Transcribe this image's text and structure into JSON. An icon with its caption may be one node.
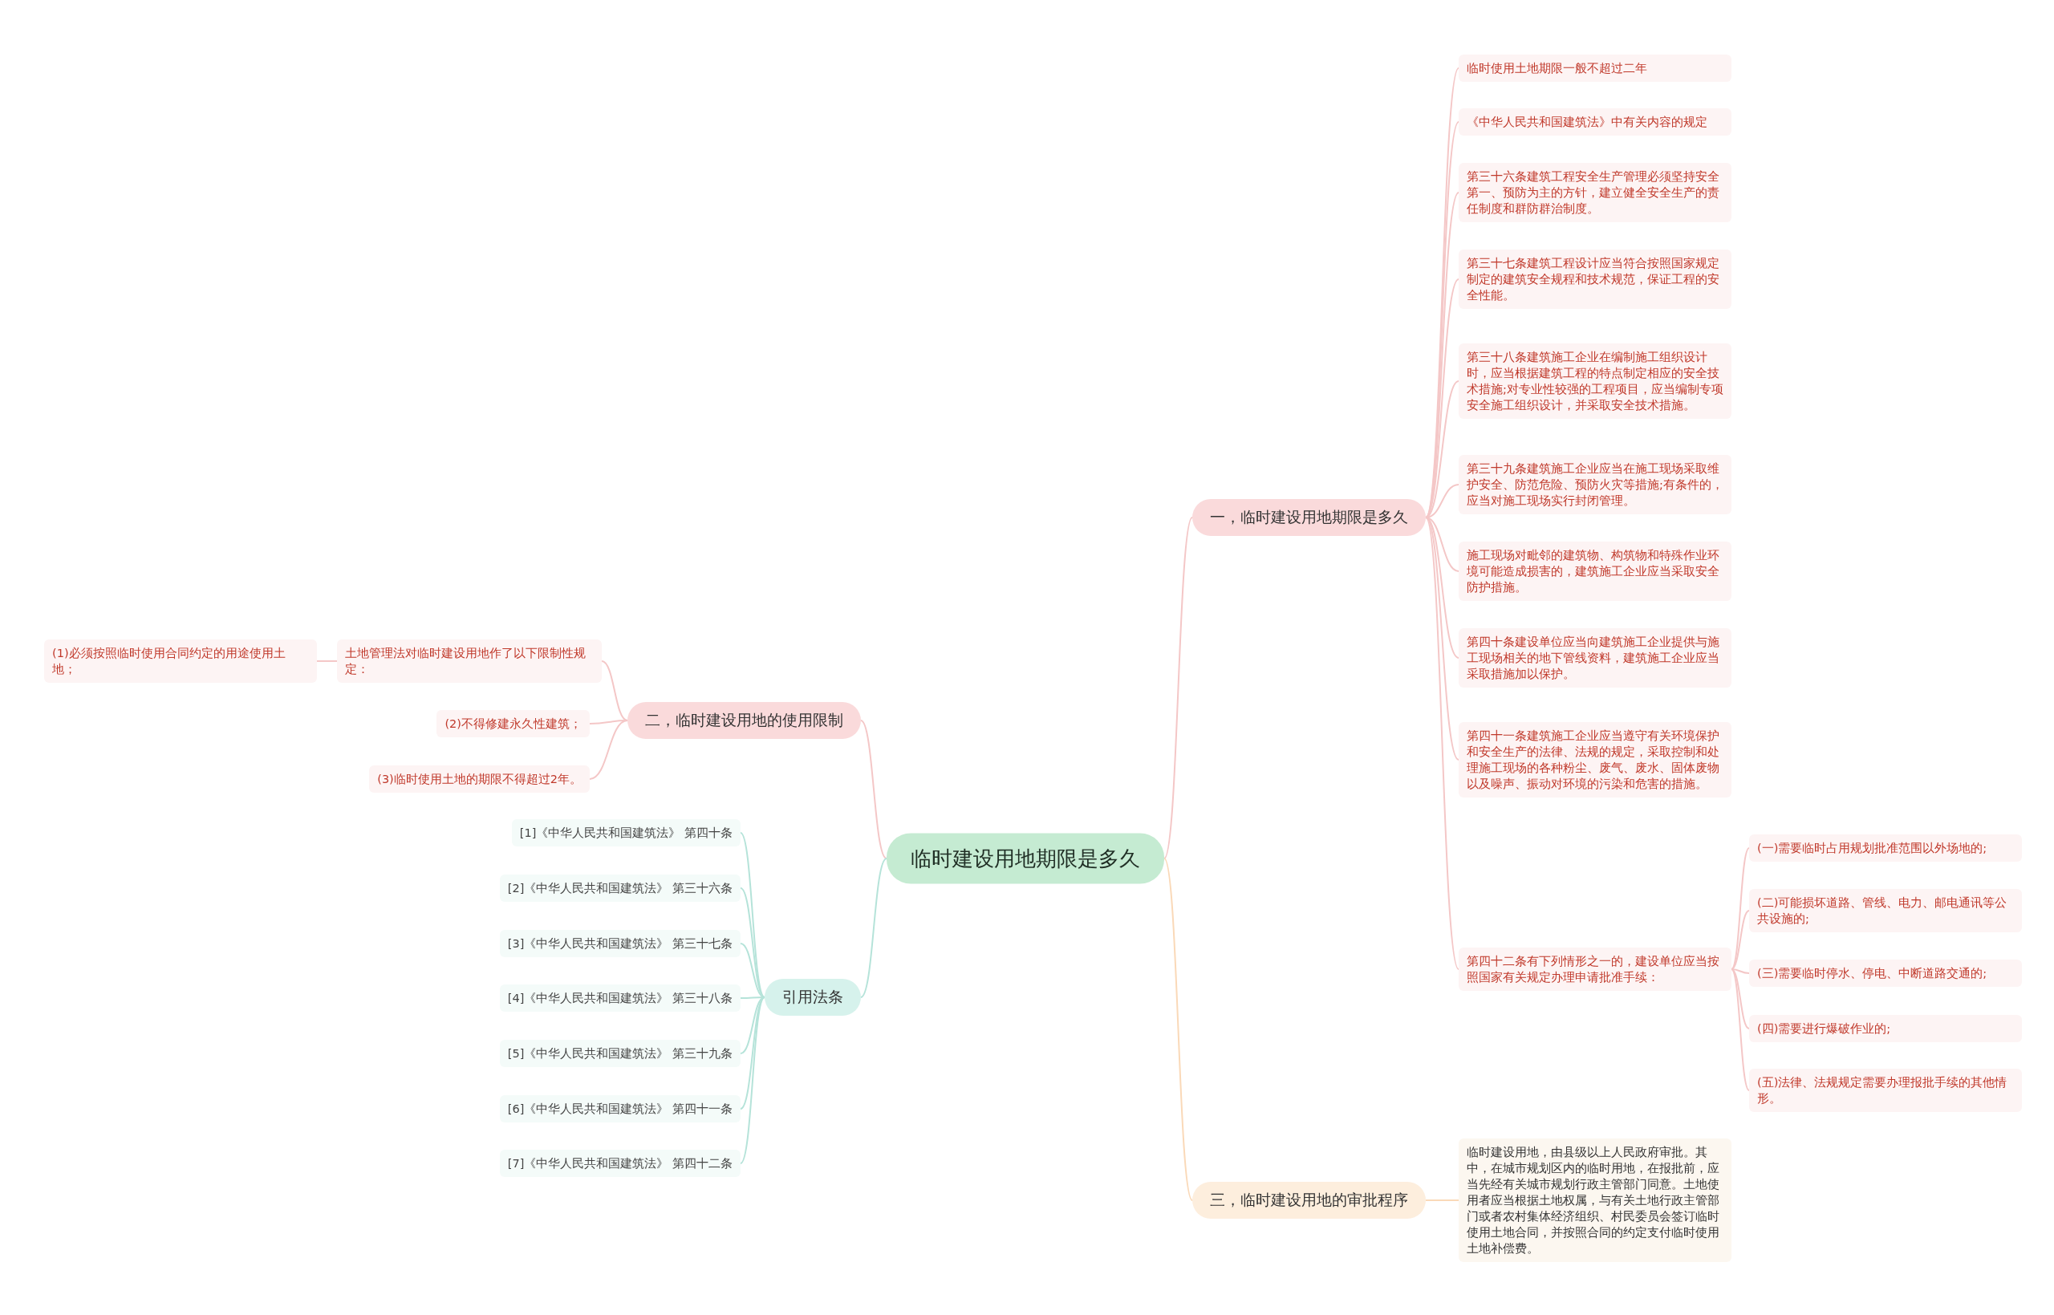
{
  "diagram": {
    "nodes": [
      {
        "text": [
          "临时建设用地期限是多久"
        ]
      },
      {
        "text": [
          "一，临时建设用地期限是多久"
        ]
      },
      {
        "text": [
          "临时使用土地期限一般不超过二年"
        ]
      },
      {
        "text": [
          "《中华人民共和国建筑法》中有关内容的规定"
        ]
      },
      {
        "text": [
          "第三十六条建筑工程安全生产管理必须坚持安全第一、预防为主的方针，建立健全安全生产的责任制度和群防群治制度。"
        ]
      },
      {
        "text": [
          "第三十七条建筑工程设计应当符合按照国家规定制定的建筑安全规程和技术规范，保证工程的安全性能。"
        ]
      },
      {
        "text": [
          "第三十八条建筑施工企业在编制施工组织设计时，应当根据建筑工程的特点制定相应的安全技术措施;对专业性较强的工程项目，应当编制专项安全施工组织设计，并采取安全技术措施。"
        ]
      },
      {
        "text": [
          "第三十九条建筑施工企业应当在施工现场采取维护安全、防范危险、预防火灾等措施;有条件的，应当对施工现场实行封闭管理。"
        ]
      },
      {
        "text": [
          "施工现场对毗邻的建筑物、构筑物和特殊作业环境可能造成损害的，建筑施工企业应当采取安全防护措施。"
        ]
      },
      {
        "text": [
          "第四十条建设单位应当向建筑施工企业提供与施工现场相关的地下管线资料，建筑施工企业应当采取措施加以保护。"
        ]
      },
      {
        "text": [
          "第四十一条建筑施工企业应当遵守有关环境保护和安全生产的法律、法规的规定，采取控制和处理施工现场的各种粉尘、废气、废水、固体废物以及噪声、振动对环境的污染和危害的措施。"
        ]
      },
      {
        "text": [
          "第四十二条有下列情形之一的，建设单位应当按照国家有关规定办理申请批准手续："
        ]
      },
      {
        "text": [
          "(一)需要临时占用规划批准范围以外场地的;"
        ]
      },
      {
        "text": [
          "(二)可能损坏道路、管线、电力、邮电通讯等公共设施的;"
        ]
      },
      {
        "text": [
          "(三)需要临时停水、停电、中断道路交通的;"
        ]
      },
      {
        "text": [
          "(四)需要进行爆破作业的;"
        ]
      },
      {
        "text": [
          "(五)法律、法规规定需要办理报批手续的其他情形。"
        ]
      },
      {
        "text": [
          "二，临时建设用地的使用限制"
        ]
      },
      {
        "text": [
          "土地管理法对临时建设用地作了以下限制性规定："
        ]
      },
      {
        "text": [
          "(1)必须按照临时使用合同约定的用途使用土地；"
        ]
      },
      {
        "text": [
          "(2)不得修建永久性建筑；"
        ]
      },
      {
        "text": [
          "(3)临时使用土地的期限不得超过2年。"
        ]
      },
      {
        "text": [
          "引用法条"
        ]
      },
      {
        "text": [
          "[1]《中华人民共和国建筑法》 第四十条"
        ]
      },
      {
        "text": [
          "[2]《中华人民共和国建筑法》 第三十六条"
        ]
      },
      {
        "text": [
          "[3]《中华人民共和国建筑法》 第三十七条"
        ]
      },
      {
        "text": [
          "[4]《中华人民共和国建筑法》 第三十八条"
        ]
      },
      {
        "text": [
          "[5]《中华人民共和国建筑法》 第三十九条"
        ]
      },
      {
        "text": [
          "[6]《中华人民共和国建筑法》 第四十一条"
        ]
      },
      {
        "text": [
          "[7]《中华人民共和国建筑法》 第四十二条"
        ]
      },
      {
        "text": [
          "三，临时建设用地的审批程序"
        ]
      },
      {
        "text": [
          "临时建设用地，由县级以上人民政府审批。其中，在城市规划区内的临时用地，在报批前，应当先经有关城市规划行政主管部门同意。土地使用者应当根据土地权属，与有关土地行政主管部门或者农村集体经济组织、村民委员会签订临时使用土地合同，并按照合同的约定支付临时使用土地补偿费。"
        ]
      }
    ],
    "edges": [
      {
        "from": 0,
        "to": 1,
        "arrow": "none"
      },
      {
        "from": 1,
        "to": 2,
        "arrow": "none"
      },
      {
        "from": 1,
        "to": 3,
        "arrow": "none"
      },
      {
        "from": 1,
        "to": 4,
        "arrow": "none"
      },
      {
        "from": 1,
        "to": 5,
        "arrow": "none"
      },
      {
        "from": 1,
        "to": 6,
        "arrow": "none"
      },
      {
        "from": 1,
        "to": 7,
        "arrow": "none"
      },
      {
        "from": 1,
        "to": 8,
        "arrow": "none"
      },
      {
        "from": 1,
        "to": 9,
        "arrow": "none"
      },
      {
        "from": 1,
        "to": 10,
        "arrow": "none"
      },
      {
        "from": 1,
        "to": 11,
        "arrow": "none"
      },
      {
        "from": 11,
        "to": 12,
        "arrow": "none"
      },
      {
        "from": 11,
        "to": 13,
        "arrow": "none"
      },
      {
        "from": 11,
        "to": 14,
        "arrow": "none"
      },
      {
        "from": 11,
        "to": 15,
        "arrow": "none"
      },
      {
        "from": 11,
        "to": 16,
        "arrow": "none"
      },
      {
        "from": 0,
        "to": 17,
        "arrow": "none"
      },
      {
        "from": 17,
        "to": 18,
        "arrow": "none"
      },
      {
        "from": 18,
        "to": 19,
        "arrow": "none"
      },
      {
        "from": 17,
        "to": 20,
        "arrow": "none"
      },
      {
        "from": 17,
        "to": 21,
        "arrow": "none"
      },
      {
        "from": 0,
        "to": 22,
        "arrow": "none",
        "color": "#b5e3d9"
      },
      {
        "from": 22,
        "to": 23,
        "arrow": "none",
        "color": "#b5e3d9"
      },
      {
        "from": 22,
        "to": 24,
        "arrow": "none",
        "color": "#b5e3d9"
      },
      {
        "from": 22,
        "to": 25,
        "arrow": "none",
        "color": "#b5e3d9"
      },
      {
        "from": 22,
        "to": 26,
        "arrow": "none",
        "color": "#b5e3d9"
      },
      {
        "from": 22,
        "to": 27,
        "arrow": "none",
        "color": "#b5e3d9"
      },
      {
        "from": 22,
        "to": 28,
        "arrow": "none",
        "color": "#b5e3d9"
      },
      {
        "from": 22,
        "to": 29,
        "arrow": "none",
        "color": "#b5e3d9"
      },
      {
        "from": 0,
        "to": 30,
        "arrow": "none",
        "color": "#fad9b8"
      },
      {
        "from": 30,
        "to": 31,
        "arrow": "none",
        "color": "#fad9b8"
      }
    ]
  }
}
